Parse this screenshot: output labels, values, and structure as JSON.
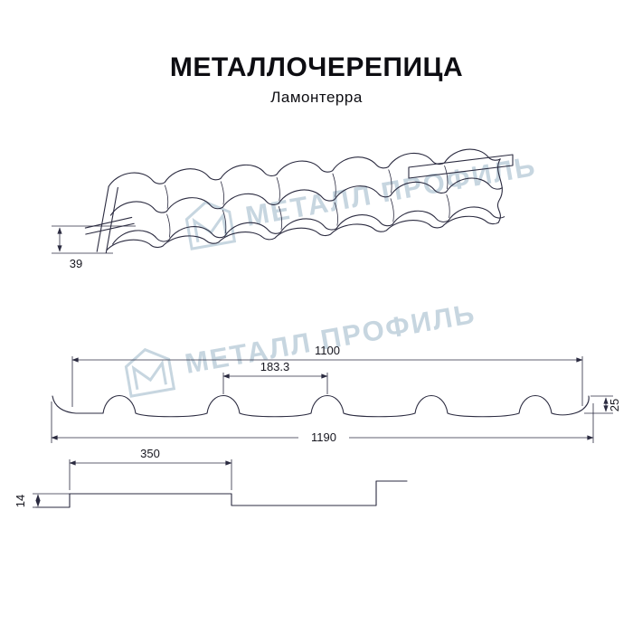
{
  "page": {
    "title": "МЕТАЛЛОЧЕРЕПИЦА",
    "subtitle": "Ламонтерра"
  },
  "watermark": {
    "text": "МЕТАЛЛ ПРОФИЛЬ"
  },
  "dimensions": {
    "eave_height": "39",
    "cover_width": "1100",
    "wave_pitch": "183.3",
    "profile_height": "25",
    "overall_width": "1190",
    "module_length": "350",
    "step_height": "14"
  },
  "colors": {
    "line": "#2b2b40",
    "watermark": "#9ab5c8",
    "title": "#0d0d12",
    "background": "#ffffff"
  }
}
